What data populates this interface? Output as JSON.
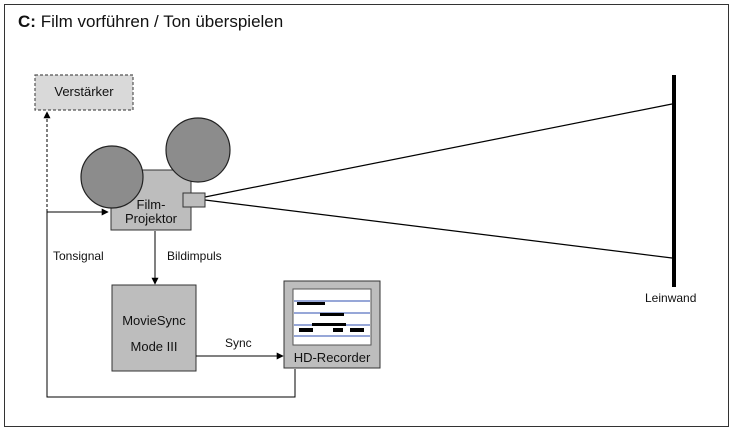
{
  "title": {
    "prefix": "C:",
    "text": "Film vorführen / Ton überspielen"
  },
  "nodes": {
    "amplifier": "Verstärker",
    "projector_line1": "Film-",
    "projector_line2": "Projektor",
    "moviesync_line1": "MovieSync",
    "moviesync_line2": "Mode III",
    "hd_recorder": "HD-Recorder",
    "screen": "Leinwand"
  },
  "edges": {
    "sound_signal": "Tonsignal",
    "frame_pulse": "Bildimpuls",
    "sync": "Sync"
  },
  "colors": {
    "box_fill": "#bdbdbd",
    "reel_fill": "#8c8c8c",
    "amp_fill": "#d9d9d9",
    "line": "#000000",
    "timeline_blue": "#2f4fb0"
  }
}
